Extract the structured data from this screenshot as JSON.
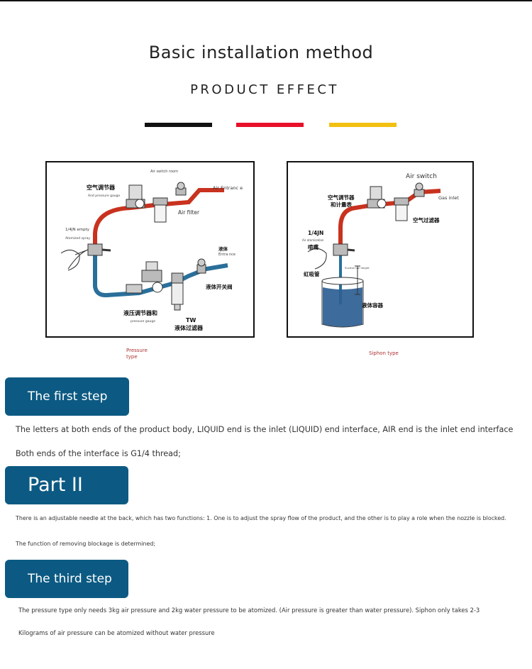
{
  "header": {
    "title": "Basic installation method",
    "subtitle": "PRODUCT EFFECT",
    "bar_colors": [
      "#111111",
      "#e8102a",
      "#f2c010"
    ]
  },
  "diagrams": {
    "pressure": {
      "labels": {
        "air_switch_room": "Air switch room",
        "air_entrance": "Air Entranc e",
        "air_regulator_cn": "空气调节器",
        "and_pressure_gauge": "And pressure gauge",
        "air_filter": "Air filter",
        "empty_quarter": "1/4JN empty",
        "atomized_spray": "Atomized spray",
        "liquid_entrance_cn": "液体",
        "entrance": "Entra nce",
        "liquid_switch_valve_cn": "液体开关阀",
        "hydraulic_regulator_cn": "液压调节器和",
        "pressure_gauge": "pressure gauge",
        "tw": "TW",
        "liquid_filter_cn": "液体过滤器"
      },
      "caption": "Pressure type"
    },
    "siphon": {
      "labels": {
        "air_switch": "Air switch",
        "air_regulator_cn": "空气调节器",
        "and_gauge_cn": "和计量表",
        "gas_inlet": "Gas inlet",
        "air_filter_cn": "空气过滤器",
        "quarter_jn": "1/4JN",
        "air_atomization": "Air atomization",
        "nozzle_cn": "喷嘴",
        "siphon_tube_cn": "虹吸管",
        "suction_height": "Suction tail height",
        "liquid_container_cn": "液体容器"
      },
      "caption": "Siphon type"
    }
  },
  "steps": [
    {
      "title": "The first step",
      "lines": [
        "The letters at both ends of the product body, LIQUID end is the inlet (LIQUID) end interface, AIR end is the inlet end interface",
        "Both ends of the interface is G1/4 thread;"
      ]
    },
    {
      "title": "Part II",
      "lines": [
        "There is an adjustable needle at the back, which has two functions: 1. One is to adjust the spray flow of the product, and the other is to play a role when the nozzle is blocked.",
        "The function of removing blockage is determined;"
      ]
    },
    {
      "title": "The third step",
      "lines": [
        "The pressure type only needs 3kg air pressure and 2kg water pressure to be atomized. (Air pressure is greater than water pressure). Siphon only takes 2-3",
        "Kilograms of air pressure can be atomized without water pressure"
      ]
    }
  ]
}
